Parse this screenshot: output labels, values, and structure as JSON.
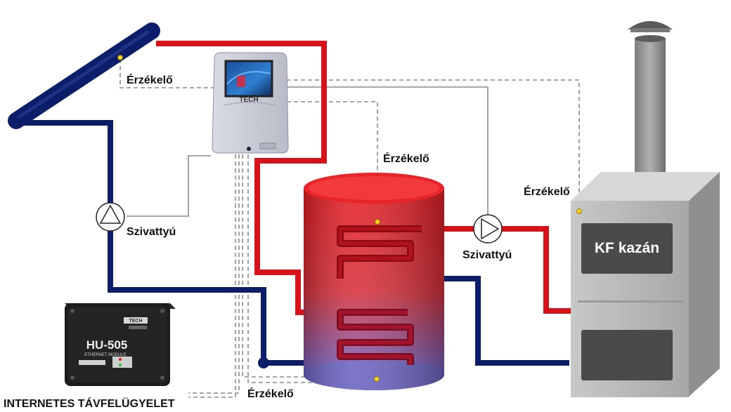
{
  "labels": {
    "sensor_top_left": "Érzékelő",
    "sensor_tank_top": "Érzékelő",
    "sensor_boiler": "Érzékelő",
    "sensor_bottom": "Érzékelő",
    "pump_left": "Szivattyú",
    "pump_right": "Szivattyú",
    "boiler_name": "KF kazán",
    "internet_caption": "INTERNETES TÁVFELÜGYELET"
  },
  "devices": {
    "controller_brand": "TECH",
    "module_model": "HU-505",
    "module_subtitle": "ETHERNET MODULE",
    "module_brand": "TECH"
  },
  "colors": {
    "hot_pipe": "#d8121b",
    "cold_pipe": "#0c1e6a",
    "tank_top": "#e8262a",
    "tank_bottom": "#6b63c2",
    "boiler_body": "#b9b9b9",
    "sensor_dot": "#f4d21c"
  }
}
